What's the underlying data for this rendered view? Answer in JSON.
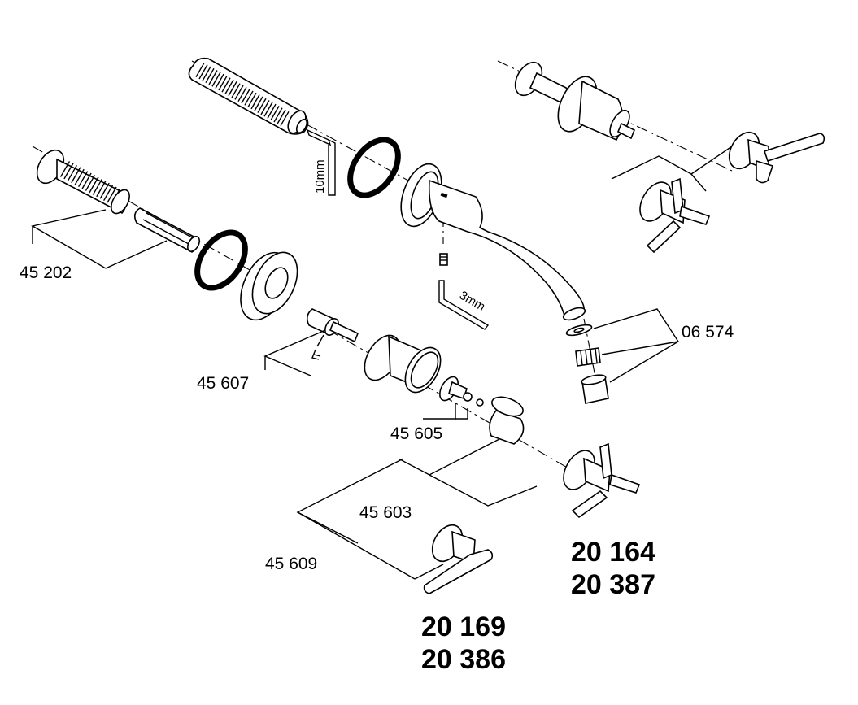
{
  "part_numbers": {
    "p45202": "45 202",
    "p45607": "45 607",
    "p45605": "45 605",
    "p45603": "45 603",
    "p45609": "45 609",
    "p06574": "06 574"
  },
  "tool_labels": {
    "hex_key_10": "10mm",
    "hex_key_3": "3mm"
  },
  "model_numbers": {
    "right_set": [
      "20 164",
      "20 387"
    ],
    "bottom_set": [
      "20 169",
      "20 386"
    ]
  }
}
